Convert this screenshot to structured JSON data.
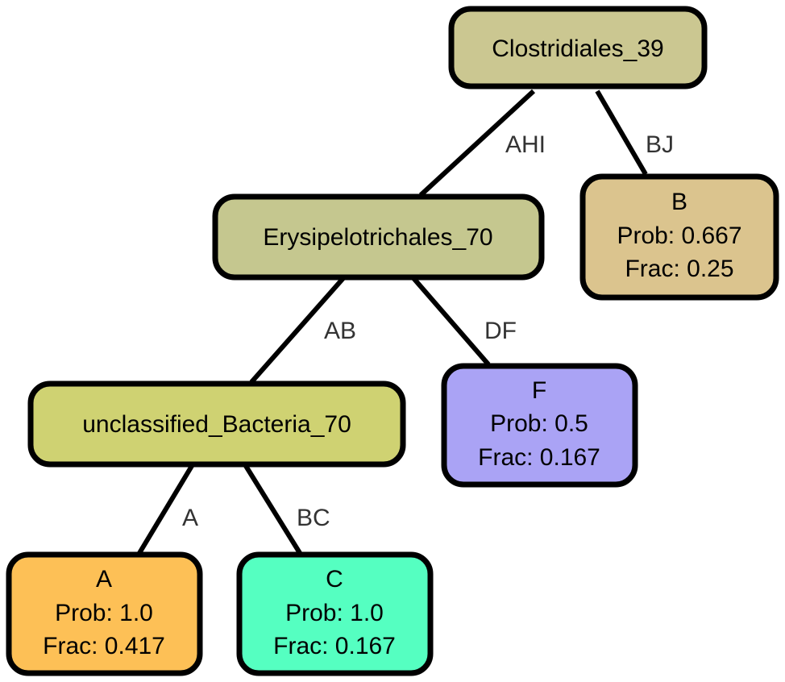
{
  "nodes": {
    "root": {
      "lines": [
        "Clostridiales_39"
      ],
      "color": "#CBC791"
    },
    "erysip": {
      "lines": [
        "Erysipelotrichales_70"
      ],
      "color": "#C5C78F"
    },
    "unclass": {
      "lines": [
        "unclassified_Bacteria_70"
      ],
      "color": "#CFD272"
    },
    "leafA": {
      "lines": [
        "A",
        "Prob: 1.0",
        "Frac: 0.417"
      ],
      "color": "#FDC056"
    },
    "leafC": {
      "lines": [
        "C",
        "Prob: 1.0",
        "Frac: 0.167"
      ],
      "color": "#55FFC1"
    },
    "leafF": {
      "lines": [
        "F",
        "Prob: 0.5",
        "Frac: 0.167"
      ],
      "color": "#AAA3F5"
    },
    "leafB": {
      "lines": [
        "B",
        "Prob: 0.667",
        "Frac: 0.25"
      ],
      "color": "#DBC48E"
    }
  },
  "edges": {
    "root_erysip": "AHI",
    "root_leafB": "BJ",
    "erysip_unclass": "AB",
    "erysip_leafF": "DF",
    "unclass_leafA": "A",
    "unclass_leafC": "BC"
  }
}
